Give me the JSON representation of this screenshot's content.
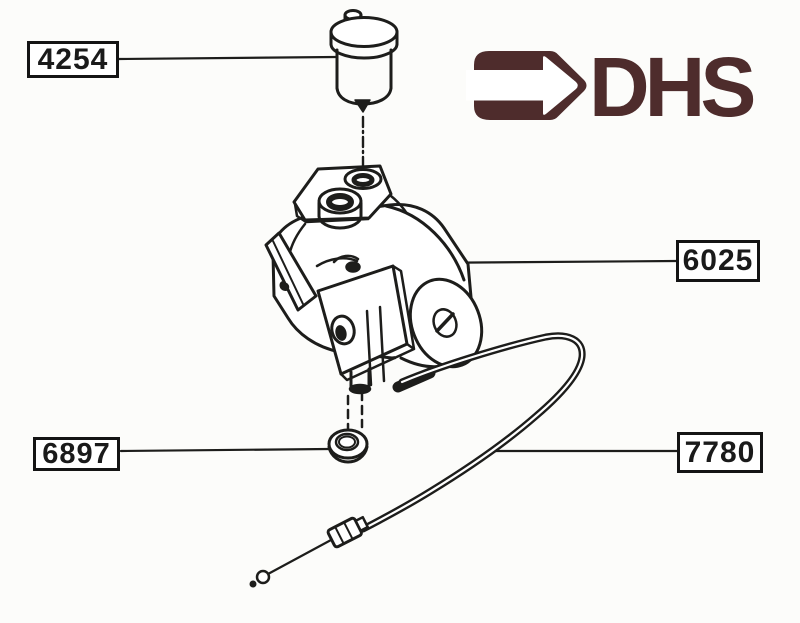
{
  "page": {
    "background": "#fcfcfa"
  },
  "colors": {
    "ink": "#1d1d1b",
    "paper": "#fcfcfa",
    "logo": "#4e2c2c",
    "callout_border": "#141414"
  },
  "logo": {
    "text": "DHS"
  },
  "diagram": {
    "callouts": [
      {
        "number": "4254"
      },
      {
        "number": "6025"
      },
      {
        "number": "6897"
      },
      {
        "number": "7780"
      }
    ]
  }
}
